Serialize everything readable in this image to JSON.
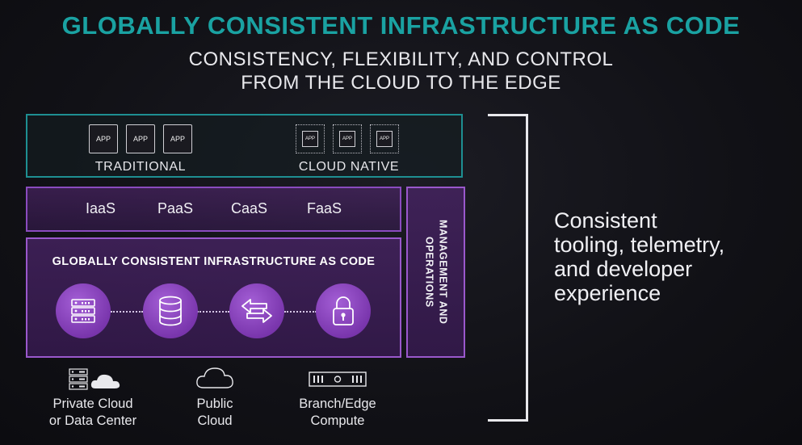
{
  "header": {
    "title": "GLOBALLY CONSISTENT INFRASTRUCTURE AS CODE",
    "subtitle_line1": "CONSISTENCY, FLEXIBILITY, AND CONTROL",
    "subtitle_line2": "FROM THE CLOUD TO THE EDGE"
  },
  "apps": {
    "traditional": {
      "label": "TRADITIONAL",
      "items": [
        "APP",
        "APP",
        "APP"
      ]
    },
    "cloud_native": {
      "label": "CLOUD NATIVE",
      "items": [
        "APP",
        "APP",
        "APP"
      ]
    }
  },
  "services": [
    "IaaS",
    "PaaS",
    "CaaS",
    "FaaS"
  ],
  "infrastructure": {
    "title": "GLOBALLY CONSISTENT INFRASTRUCTURE AS CODE",
    "icons": [
      "server-icon",
      "database-icon",
      "exchange-arrows-icon",
      "lock-icon"
    ]
  },
  "management": {
    "line1": "MANAGEMENT AND",
    "line2": "OPERATIONS"
  },
  "side_note": {
    "line1": "Consistent",
    "line2": "tooling, telemetry,",
    "line3": "and developer",
    "line4": "experience"
  },
  "locations": [
    {
      "line1": "Private Cloud",
      "line2": "or Data Center",
      "icon": "server-cloud-icon"
    },
    {
      "line1": "Public",
      "line2": "Cloud",
      "icon": "cloud-icon"
    },
    {
      "line1": "Branch/Edge",
      "line2": "Compute",
      "icon": "rack-appliance-icon"
    }
  ],
  "colors": {
    "title_teal": "#1aa2a2",
    "box_teal_border": "#1e8f92",
    "purple_border": "#9a58cc",
    "purple_circle": "#7a36ad"
  }
}
